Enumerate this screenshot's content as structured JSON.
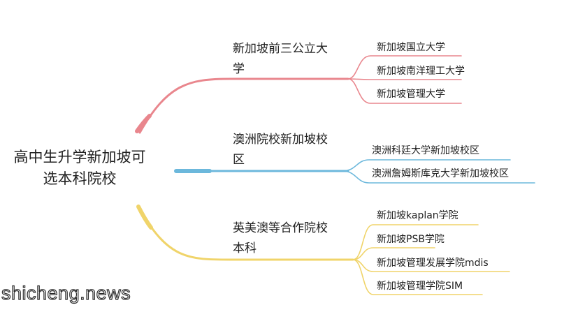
{
  "diagram": {
    "root": "高中生升学新加坡可选本科院校",
    "branches": [
      {
        "label": "新加坡前三公立大学",
        "color": "#e9868d",
        "children": [
          "新加坡国立大学",
          "新加坡南洋理工大学",
          "新加坡管理大学"
        ]
      },
      {
        "label": "澳洲院校新加坡校区",
        "color": "#6cb8dc",
        "children": [
          "澳洲科廷大学新加坡校区",
          "澳洲詹姆斯库克大学新加坡校区"
        ]
      },
      {
        "label": "英美澳等合作院校本科",
        "color": "#f0d46a",
        "children": [
          "新加坡kaplan学院",
          "新加坡PSB学院",
          "新加坡管理发展学院mdis",
          "新加坡管理学院SIM"
        ]
      }
    ]
  },
  "watermark": "shicheng.news"
}
